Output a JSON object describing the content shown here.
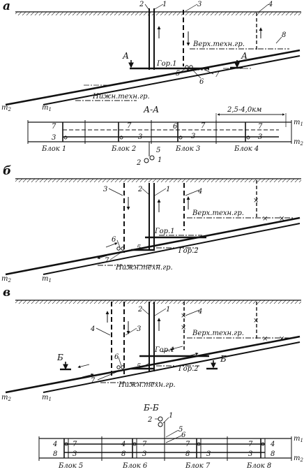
{
  "panels": {
    "a": {
      "letter": "а",
      "nums": [
        "2",
        "1",
        "3",
        "4",
        "8",
        "5",
        "6",
        "7"
      ],
      "upper_boundary": "Верх.техн.гр.",
      "lower_boundary": "Нижн.техн.гр.",
      "level": "Гор.1",
      "section_mark": "А",
      "seam_m2": "m",
      "seam_m1": "m",
      "sub2": "2",
      "sub1": "1"
    },
    "aa": {
      "title": "А-А",
      "distance": "2,5-4,0км",
      "blocks": [
        "Блок 1",
        "Блок 2",
        "Блок 3",
        "Блок 4"
      ],
      "nums": [
        "7",
        "3",
        "7",
        "3",
        "6",
        "7",
        "3",
        "7",
        "3",
        "5",
        "2",
        "1"
      ],
      "seam_m1": "m",
      "seam_m2": "m",
      "sub1": "1",
      "sub2": "2"
    },
    "b": {
      "letter": "б",
      "nums": [
        "3",
        "2",
        "1",
        "4",
        "6",
        "5",
        "7"
      ],
      "upper_boundary": "Верх.техн.гр.",
      "lower_boundary": "Нижн.техн.гр.",
      "level1": "Гор.1",
      "level2": "Гор.2",
      "seam_m2": "m",
      "seam_m1": "m",
      "sub2": "2",
      "sub1": "1"
    },
    "v": {
      "letter": "в",
      "nums": [
        "2",
        "1",
        "4",
        "3",
        "4",
        "6",
        "5",
        "7"
      ],
      "upper_boundary": "Верх.техн.гр.",
      "lower_boundary": "Нижн.техн.гр.",
      "level1": "Гор.1",
      "level2": "Гор.2",
      "section_mark": "Б",
      "seam_m2": "m",
      "seam_m1": "m",
      "sub2": "2",
      "sub1": "1"
    },
    "bb": {
      "title": "Б-Б",
      "blocks": [
        "Блок 5",
        "Блок 6",
        "Блок 7",
        "Блок 8"
      ],
      "nums": [
        "2",
        "1",
        "5",
        "6",
        "4",
        "8",
        "7",
        "3",
        "4",
        "8",
        "7",
        "3",
        "7",
        "8",
        "3",
        "7",
        "4",
        "3",
        "8"
      ],
      "seam_m1": "m",
      "seam_m2": "m",
      "sub1": "1",
      "sub2": "2"
    }
  }
}
